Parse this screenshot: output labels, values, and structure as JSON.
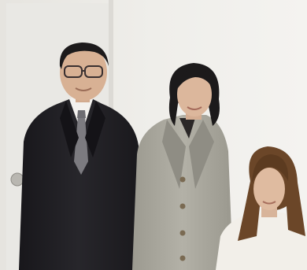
{
  "photo": {
    "subjects": [
      "person-left",
      "person-center",
      "person-right"
    ],
    "colors": {
      "wall": "#ecebe7",
      "door": "#e9e8e4",
      "left_suit": "#1f1e22",
      "center_coat": "#a8a69c",
      "right_sweater": "#f2efe9",
      "skin": "#d9b39a",
      "hair_dark": "#1c1a1b",
      "hair_brown": "#6b4628"
    }
  }
}
